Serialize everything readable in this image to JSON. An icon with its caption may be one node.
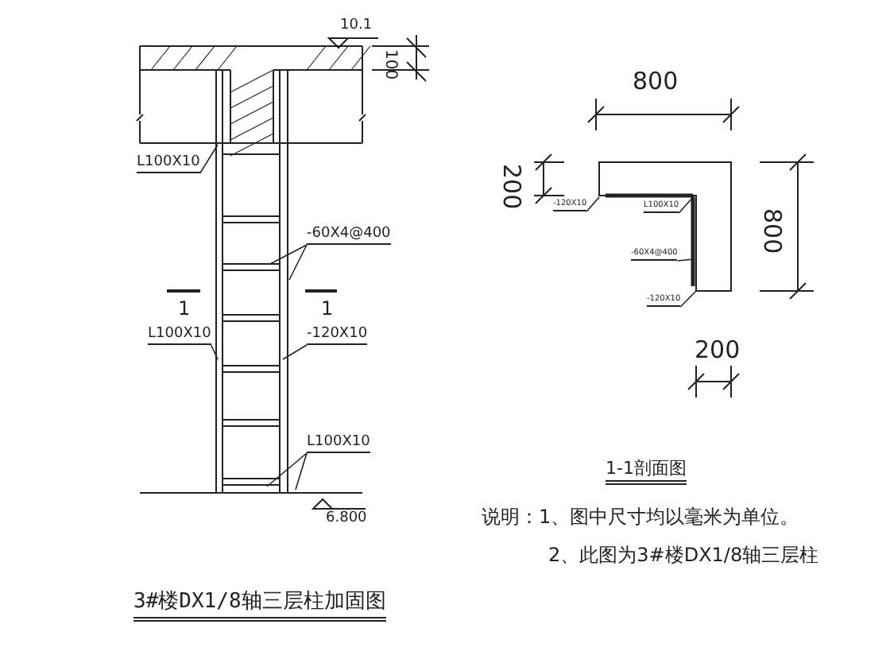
{
  "diagram": {
    "title": "3#楼DX1/8轴三层柱加固图",
    "nodes": [
      {
        "text": [
          "L100X10"
        ]
      },
      {
        "text": [
          "-60X4@400"
        ]
      },
      {
        "text": [
          "L100X10"
        ]
      },
      {
        "text": [
          "-120X10"
        ]
      },
      {
        "text": [
          "L100X10"
        ]
      },
      {
        "text": [
          "-120X10"
        ]
      },
      {
        "text": [
          "L100X10"
        ]
      },
      {
        "text": [
          "-60X4@400"
        ]
      },
      {
        "text": [
          "-120X10"
        ]
      },
      {
        "text": [],
        "shape": "picture"
      }
    ],
    "edges": [
      {
        "from": 0,
        "to": null,
        "arrow": "none"
      },
      {
        "from": 1,
        "to": null,
        "arrow": "none"
      },
      {
        "from": 1,
        "to": null,
        "arrow": "none"
      },
      {
        "from": 2,
        "to": null,
        "arrow": "none"
      },
      {
        "from": 3,
        "to": null,
        "arrow": "none"
      },
      {
        "from": 4,
        "to": null,
        "arrow": "none"
      },
      {
        "from": 4,
        "to": null,
        "arrow": "none"
      },
      {
        "from": 5,
        "to": 9,
        "arrow": "none"
      },
      {
        "from": 6,
        "to": 9,
        "arrow": "none"
      },
      {
        "from": 7,
        "to": 9,
        "arrow": "none"
      },
      {
        "from": 8,
        "to": 9,
        "arrow": "none"
      }
    ],
    "labels": [
      "10.1",
      "100",
      "1",
      "1",
      "6.800",
      "800",
      "200",
      "800",
      "200",
      "1-1剖面图",
      "说明：1、图中尺寸均以毫米为单位。",
      "2、此图为3#楼DX1/8轴三层柱"
    ]
  }
}
